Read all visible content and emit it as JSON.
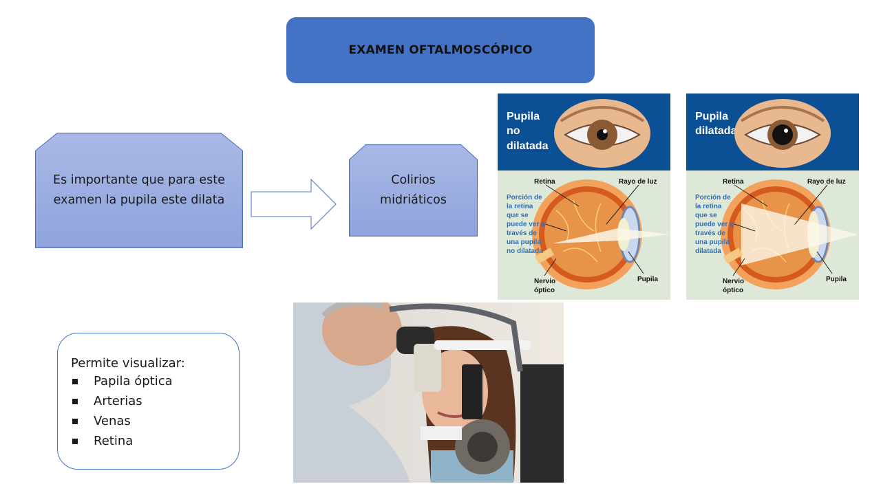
{
  "title": "EXAMEN OFTALMOSCÓPICO",
  "left_box": {
    "text": "Es importante que para este examen la pupila este dilata"
  },
  "middle_box": {
    "text": "Colirios midriáticos"
  },
  "eye_panels": [
    {
      "heading": [
        "Pupila",
        "no",
        "dilatada"
      ],
      "retina_label": "Retina",
      "light_label": "Rayo de luz",
      "portion_label": [
        "Porción de",
        "la retina",
        "que se",
        "puede ver a",
        "través de",
        "una pupila",
        "no dilatada"
      ],
      "nerve_label": [
        "Nervio",
        "óptico"
      ],
      "pupil_label": "Pupila"
    },
    {
      "heading": [
        "Pupila",
        "dilatada"
      ],
      "retina_label": "Retina",
      "light_label": "Rayo de luz",
      "portion_label": [
        "Porción de",
        "la retina",
        "que se",
        "puede ver a",
        "través de",
        "una pupila",
        "dilatada"
      ],
      "nerve_label": [
        "Nervio",
        "óptico"
      ],
      "pupil_label": "Pupila"
    }
  ],
  "list_box": {
    "heading": "Permite visualizar:",
    "items": [
      "Papila óptica",
      "Arterias",
      "Venas",
      "Retina"
    ]
  },
  "icons": {
    "arrow": "right-arrow-icon",
    "bullet": "square-bullet-icon"
  },
  "colors": {
    "title_fill": "#4472C4",
    "box_fill": "#8FA4DC",
    "panel_header": "#0b4f94",
    "panel_body": "#dde8d8"
  }
}
